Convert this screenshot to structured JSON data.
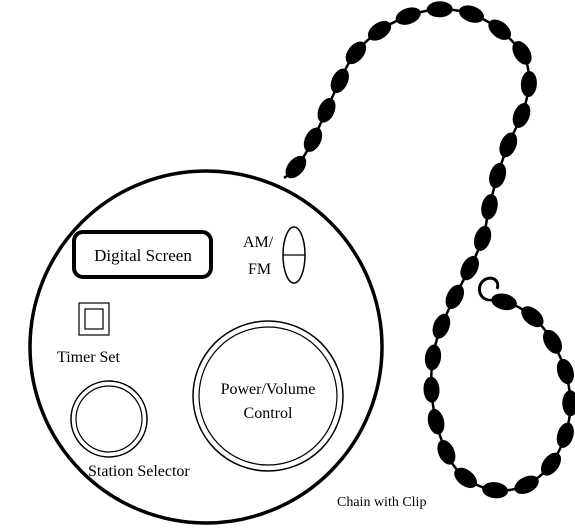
{
  "labels": {
    "digital_screen": "Digital Screen",
    "am": "AM/",
    "fm": "FM",
    "timer_set": "Timer Set",
    "power_volume_line1": "Power/Volume",
    "power_volume_line2": "Control",
    "station_selector": "Station Selector",
    "chain": "Chain with Clip"
  },
  "colors": {
    "ink": "#000000",
    "paper": "#ffffff"
  }
}
